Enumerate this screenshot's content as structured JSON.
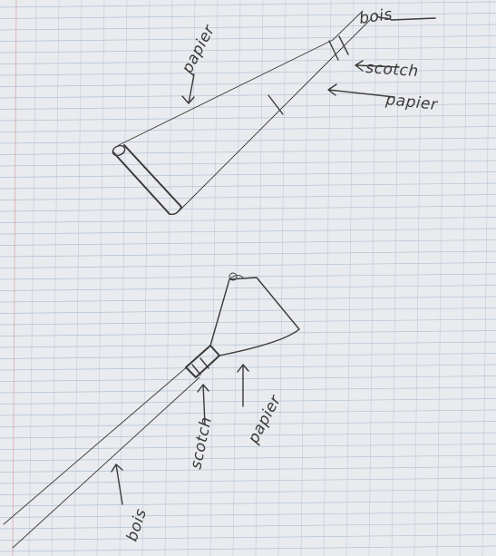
{
  "labels": {
    "top_bois": "bois",
    "top_scotch": "scotch",
    "top_papier_left": "papier",
    "top_papier_right": "papier",
    "bottom_scotch": "scotch",
    "bottom_papier": "papier",
    "bottom_bois": "bois"
  },
  "colors": {
    "ink": "#3b3a38",
    "grid": "#9eb3c9",
    "margin": "#d89a9a",
    "sheet": "#e9ebef"
  }
}
